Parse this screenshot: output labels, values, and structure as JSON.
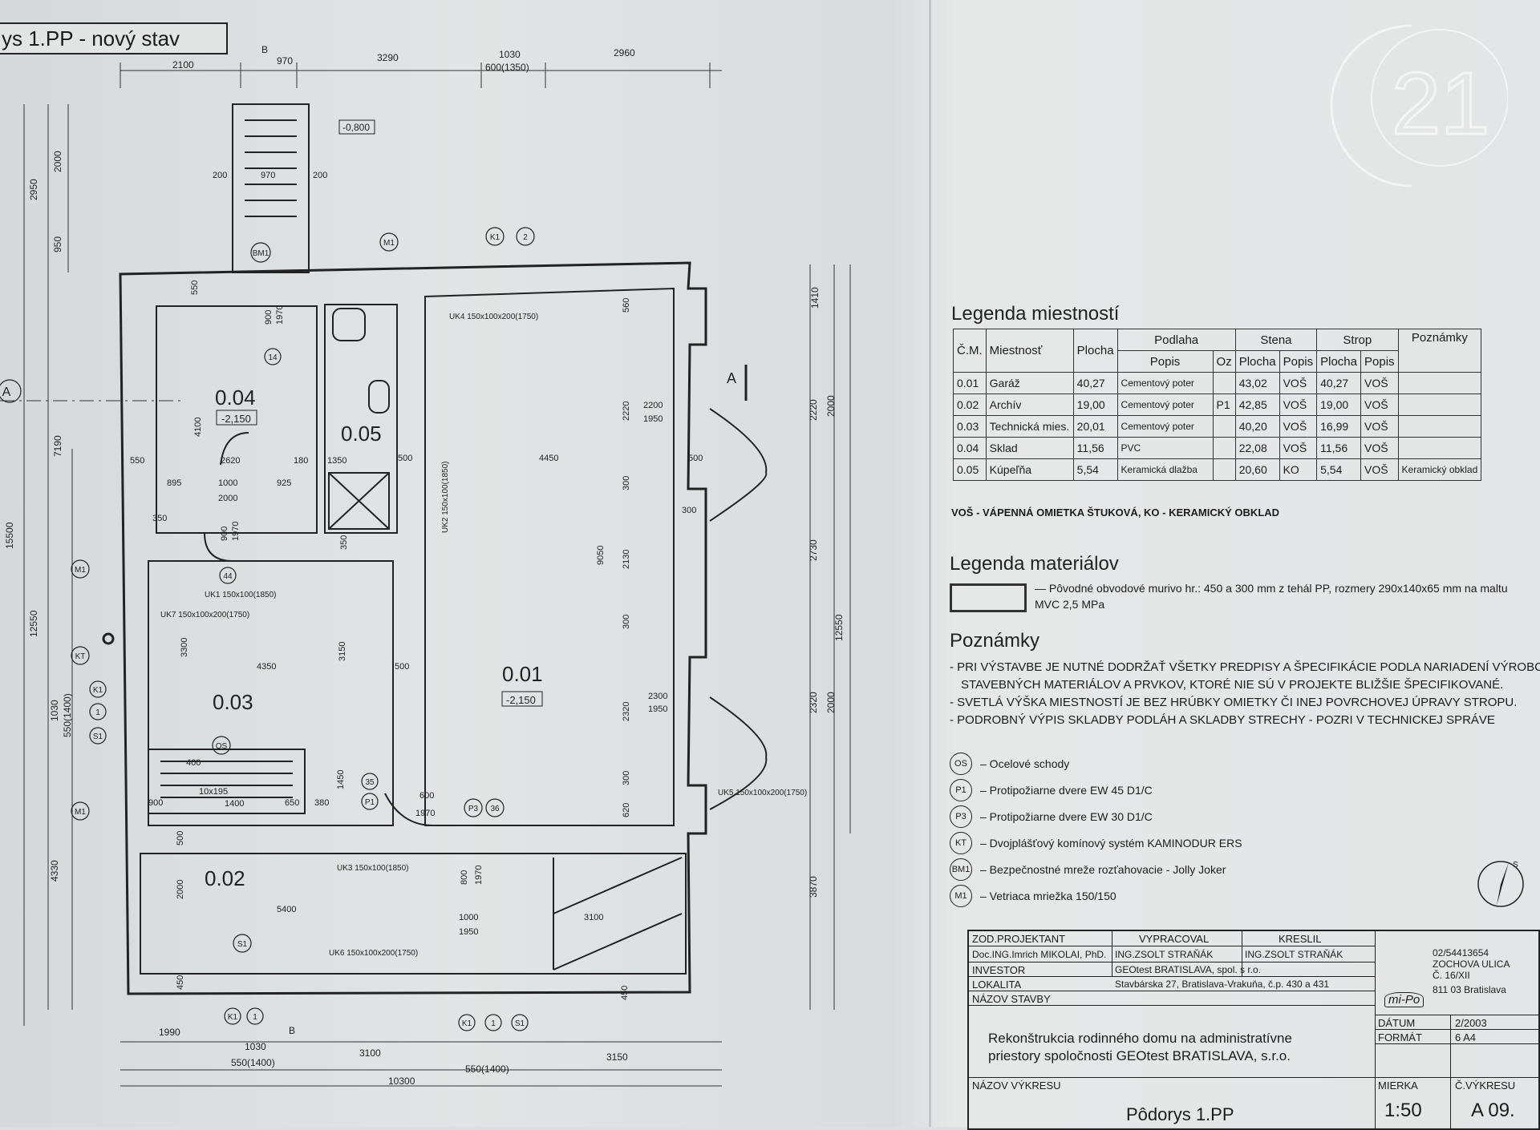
{
  "header": {
    "title": "ys 1.PP - nový stav"
  },
  "plan": {
    "rooms": [
      {
        "id": "0.04",
        "level": "-2,150"
      },
      {
        "id": "0.05",
        "level": ""
      },
      {
        "id": "0.01",
        "level": "-2,150"
      },
      {
        "id": "0.03",
        "level": ""
      },
      {
        "id": "0.02",
        "level": ""
      }
    ],
    "level_outside": "-0,800",
    "dims_top": [
      "2100",
      "970",
      "3290",
      "1030",
      "600(1350)",
      "2960"
    ],
    "dims_left": [
      "2950",
      "2000",
      "950",
      "7190",
      "15500",
      "12550",
      "1030",
      "550(1400)",
      "4330"
    ],
    "dims_right": [
      "1410",
      "2000",
      "2220",
      "2730",
      "12550",
      "2320",
      "2000",
      "3870"
    ],
    "dims_bottom": [
      "1990",
      "1030",
      "550(1400)",
      "3100",
      "3150",
      "10300",
      "550(1400)"
    ],
    "dims_inner": [
      "550",
      "2620",
      "180",
      "1350",
      "500",
      "4450",
      "500",
      "895",
      "1000",
      "925",
      "2000",
      "350",
      "4100",
      "900",
      "1970",
      "550",
      "350",
      "3150",
      "3300",
      "4350",
      "500",
      "1450",
      "900",
      "650",
      "380",
      "400",
      "1400",
      "10x195",
      "600",
      "1970",
      "5400",
      "1000",
      "1950",
      "3100",
      "2000",
      "450",
      "450",
      "800",
      "1970",
      "500",
      "2200",
      "1950",
      "2300",
      "1950",
      "300",
      "300",
      "300",
      "300",
      "560",
      "620",
      "2320",
      "2130",
      "9050",
      "2220",
      "200",
      "970",
      "200",
      "900",
      "1970"
    ],
    "lintels": [
      "UK4 150x100x200(1750)",
      "UK2 150x100(1850)",
      "UK1 150x100(1850)",
      "UK7 150x100x200(1750)",
      "UK5 150x100x200(1750)",
      "UK3 150x100(1850)",
      "UK6 150x100x200(1750)"
    ],
    "tags": [
      "BM1",
      "14",
      "44",
      "M1",
      "K1",
      "2",
      "M1",
      "KT",
      "K1",
      "1",
      "S1",
      "OS",
      "35",
      "P1",
      "M1",
      "P3",
      "36",
      "S1",
      "K1",
      "1",
      "K1",
      "1",
      "S1",
      "A",
      "A",
      "B",
      "B"
    ]
  },
  "legend_rooms": {
    "title": "Legenda miestností",
    "headers": {
      "cm": "Č.M.",
      "room": "Miestnosť",
      "area": "Plocha",
      "floor": "Podlaha",
      "floor_desc": "Popis",
      "oz": "Oz",
      "wall": "Stena",
      "wall_area": "Plocha",
      "wall_desc": "Popis",
      "ceiling": "Strop",
      "ceil_area": "Plocha",
      "ceil_desc": "Popis",
      "notes": "Poznámky"
    },
    "rows": [
      {
        "cm": "0.01",
        "room": "Garáž",
        "area": "40,27",
        "floor": "Cementový poter",
        "oz": "",
        "wall_area": "43,02",
        "wall_desc": "VOŠ",
        "ceil_area": "40,27",
        "ceil_desc": "VOŠ",
        "notes": ""
      },
      {
        "cm": "0.02",
        "room": "Archív",
        "area": "19,00",
        "floor": "Cementový poter",
        "oz": "P1",
        "wall_area": "42,85",
        "wall_desc": "VOŠ",
        "ceil_area": "19,00",
        "ceil_desc": "VOŠ",
        "notes": ""
      },
      {
        "cm": "0.03",
        "room": "Technická mies.",
        "area": "20,01",
        "floor": "Cementový poter",
        "oz": "",
        "wall_area": "40,20",
        "wall_desc": "VOŠ",
        "ceil_area": "16,99",
        "ceil_desc": "VOŠ",
        "notes": ""
      },
      {
        "cm": "0.04",
        "room": "Sklad",
        "area": "11,56",
        "floor": "PVC",
        "oz": "",
        "wall_area": "22,08",
        "wall_desc": "VOŠ",
        "ceil_area": "11,56",
        "ceil_desc": "VOŠ",
        "notes": ""
      },
      {
        "cm": "0.05",
        "room": "Kúpeľňa",
        "area": "5,54",
        "floor": "Keramická dlažba",
        "oz": "",
        "wall_area": "20,60",
        "wall_desc": "KO",
        "ceil_area": "5,54",
        "ceil_desc": "VOŠ",
        "notes": "Keramický obklad"
      }
    ],
    "abbrev_note": "VOŠ - VÁPENNÁ OMIETKA ŠTUKOVÁ, KO - KERAMICKÝ OBKLAD"
  },
  "legend_materials": {
    "title": "Legenda materiálov",
    "text": "— Pôvodné obvodové murivo hr.: 450 a 300 mm z tehál PP, rozmery 290x140x65 mm na maltu MVC 2,5 MPa"
  },
  "notes": {
    "title": "Poznámky",
    "lines": [
      "- PRI VÝSTAVBE JE NUTNÉ DODRŽAŤ VŠETKY PREDPISY A ŠPECIFIKÁCIE PODLA NARIADENÍ VÝROBCOV",
      "  STAVEBNÝCH MATERIÁLOV A PRVKOV, KTORÉ NIE SÚ V PROJEKTE BLIŽŠIE ŠPECIFIKOVANÉ.",
      "- SVETLÁ VÝŠKA MIESTNOSTÍ JE BEZ HRÚBKY OMIETKY ČI INEJ POVRCHOVEJ ÚPRAVY STROPU.",
      "- PODROBNÝ VÝPIS SKLADBY PODLÁH A SKLADBY STRECHY - POZRI V TECHNICKEJ SPRÁVE"
    ],
    "symbols": [
      {
        "code": "OS",
        "text": "– Ocelové schody"
      },
      {
        "code": "P1",
        "text": "– Protipožiarne dvere EW 45 D1/C"
      },
      {
        "code": "P3",
        "text": "– Protipožiarne dvere EW 30 D1/C"
      },
      {
        "code": "KT",
        "text": "– Dvojplášťový komínový systém KAMINODUR ERS"
      },
      {
        "code": "BM1",
        "text": "– Bezpečnostné mreže rozťahovacie - Jolly Joker"
      },
      {
        "code": "M1",
        "text": "– Vetriaca mriežka 150/150"
      }
    ]
  },
  "title_block": {
    "zod_label": "ZOD.PROJEKTANT",
    "zod_value": "Doc.ING.Imrich MIKOLAI, PhD.",
    "vyprac_label": "VYPRACOVAL",
    "vyprac_value": "ING.ZSOLT STRAŇÁK",
    "kreslil_label": "KRESLIL",
    "kreslil_value": "ING.ZSOLT STRAŇÁK",
    "investor_label": "INVESTOR",
    "investor_value": "GEOtest BRATISLAVA, spol. s r.o.",
    "lokalita_label": "LOKALITA",
    "lokalita_value": "Stavbárska 27, Bratislava-Vrakuňa, č.p. 430 a 431",
    "nazov_stavby_label": "NÁZOV STAVBY",
    "nazov_stavby_line1": "Rekonštrukcia rodinného domu na administratívne",
    "nazov_stavby_line2": "priestory spoločnosti GEOtest BRATISLAVA, s.r.o.",
    "nazov_vykresu_label": "NÁZOV VÝKRESU",
    "nazov_vykresu_value": "Pôdorys 1.PP",
    "company_phone": "02/54413654",
    "company_street": "ZOCHOVA ULICA",
    "company_no": "Č. 16/XII",
    "company_city": "811 03 Bratislava",
    "company_logo": "mi-Po",
    "datum_label": "DÁTUM",
    "datum_value": "2/2003",
    "format_label": "FORMÁT",
    "format_value": "6 A4",
    "mierka_label": "MIERKA",
    "mierka_value": "1:50",
    "cislo_label": "Č.VÝKRESU",
    "cislo_value": "A 09."
  },
  "logo": {
    "text": "21"
  }
}
